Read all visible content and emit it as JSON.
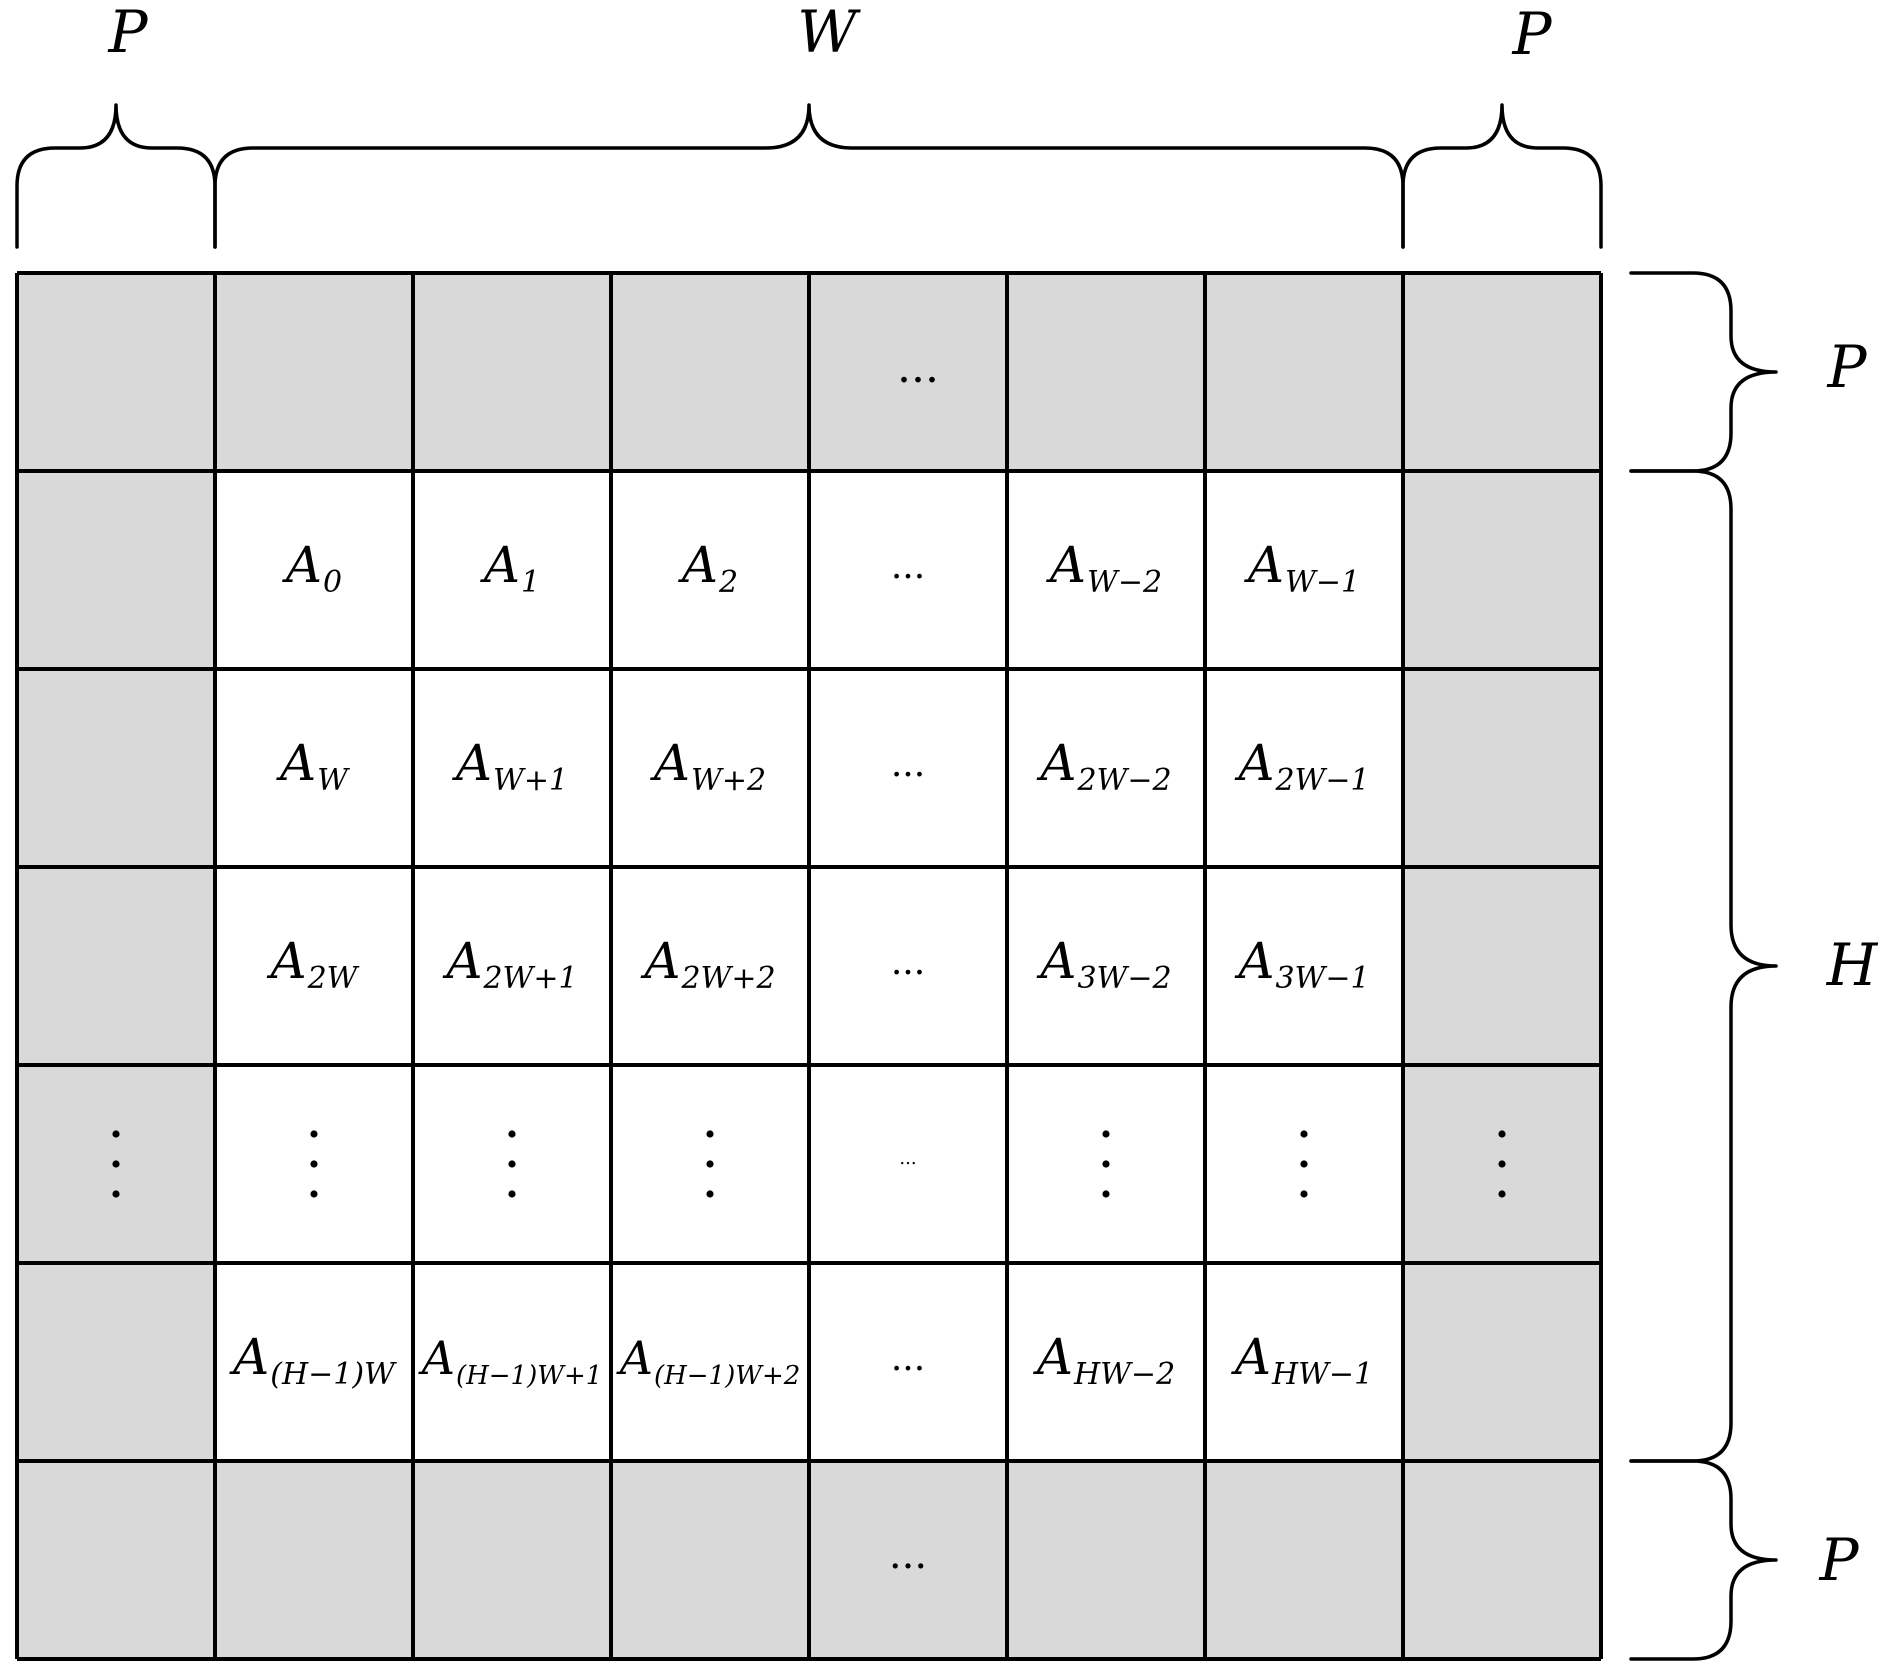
{
  "labels": {
    "top_left_pad": "P",
    "top_width": "W",
    "top_right_pad": "P",
    "right_top_pad": "P",
    "right_height": "H",
    "right_bottom_pad": "P"
  },
  "grid": {
    "cols": 8,
    "rows": 7,
    "pad_color": "#d9d9d9",
    "core_color": "#ffffff",
    "line_color": "#000000",
    "pad_top_ellipsis": "...",
    "pad_bottom_ellipsis": "...",
    "core_rows": [
      [
        {
          "base": "A",
          "sub": "0"
        },
        {
          "base": "A",
          "sub": "1"
        },
        {
          "base": "A",
          "sub": "2"
        },
        {
          "text": "..."
        },
        {
          "base": "A",
          "sub": "W−2"
        },
        {
          "base": "A",
          "sub": "W−1"
        }
      ],
      [
        {
          "base": "A",
          "sub": "W"
        },
        {
          "base": "A",
          "sub": "W+1"
        },
        {
          "base": "A",
          "sub": "W+2"
        },
        {
          "text": "..."
        },
        {
          "base": "A",
          "sub": "2W−2"
        },
        {
          "base": "A",
          "sub": "2W−1"
        }
      ],
      [
        {
          "base": "A",
          "sub": "2W"
        },
        {
          "base": "A",
          "sub": "2W+1"
        },
        {
          "base": "A",
          "sub": "2W+2"
        },
        {
          "text": "..."
        },
        {
          "base": "A",
          "sub": "3W−2"
        },
        {
          "base": "A",
          "sub": "3W−1"
        }
      ],
      [
        {
          "vdots": true
        },
        {
          "vdots": true
        },
        {
          "vdots": true
        },
        {
          "text": "...",
          "small": true
        },
        {
          "vdots": true
        },
        {
          "vdots": true
        }
      ],
      [
        {
          "base": "A",
          "sub": "(H−1)W"
        },
        {
          "base": "A",
          "sub": "(H−1)W+1"
        },
        {
          "base": "A",
          "sub": "(H−1)W+2"
        },
        {
          "text": "..."
        },
        {
          "base": "A",
          "sub": "HW−2"
        },
        {
          "base": "A",
          "sub": "HW−1"
        }
      ]
    ],
    "side_pad_vdots_row": 4
  }
}
